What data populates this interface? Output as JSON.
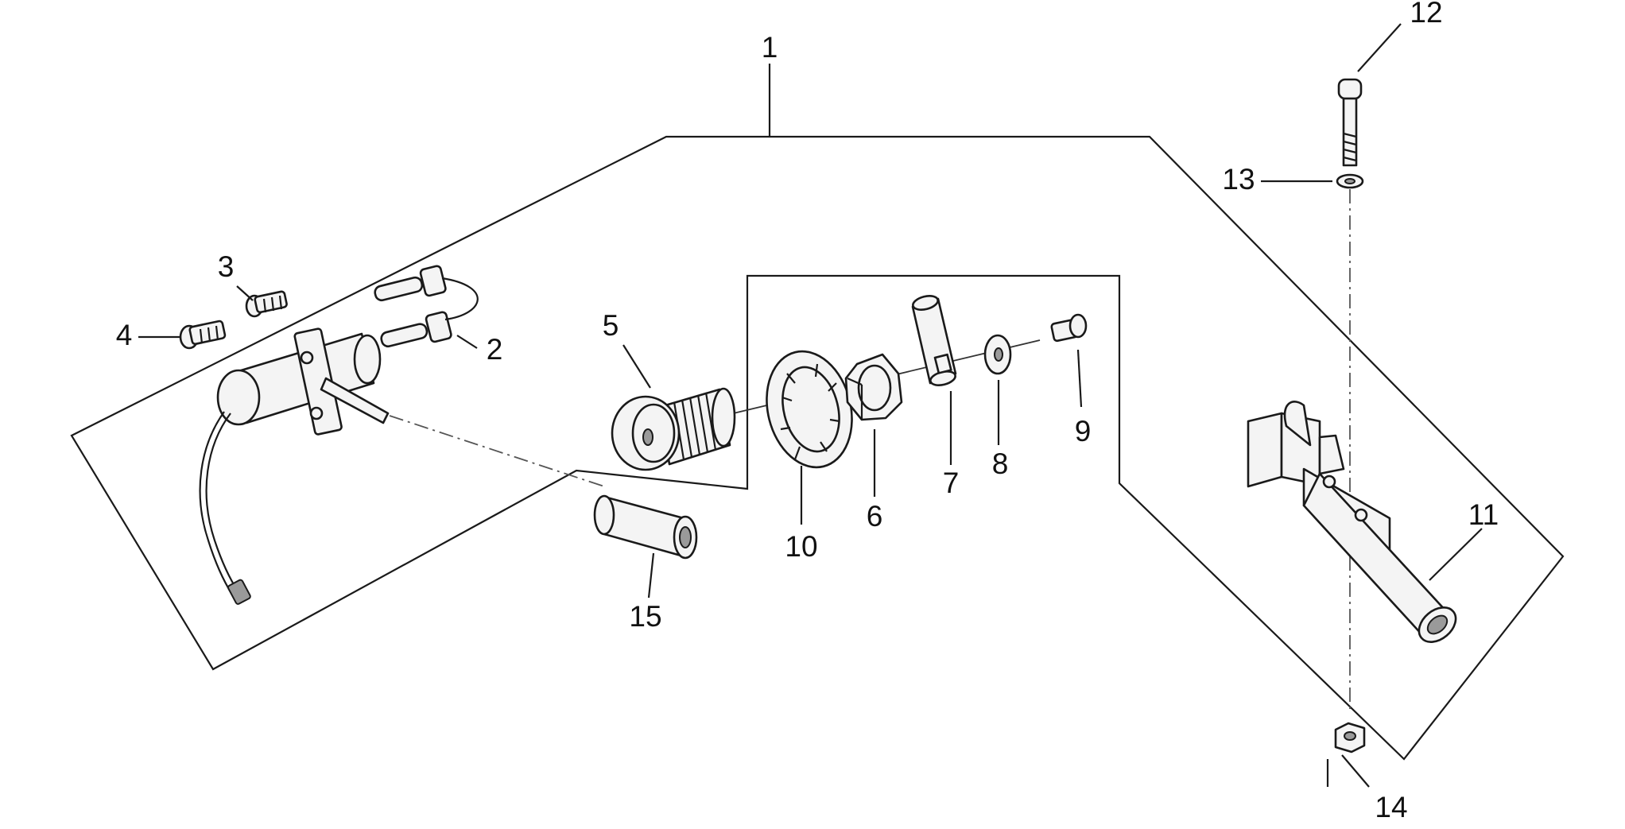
{
  "callouts": [
    "1",
    "2",
    "3",
    "4",
    "5",
    "6",
    "7",
    "8",
    "9",
    "10",
    "11",
    "12",
    "13",
    "14",
    "15"
  ],
  "colors": {
    "ink": "#1a1a1a",
    "background": "#ffffff",
    "part_fill": "#f4f4f4"
  }
}
